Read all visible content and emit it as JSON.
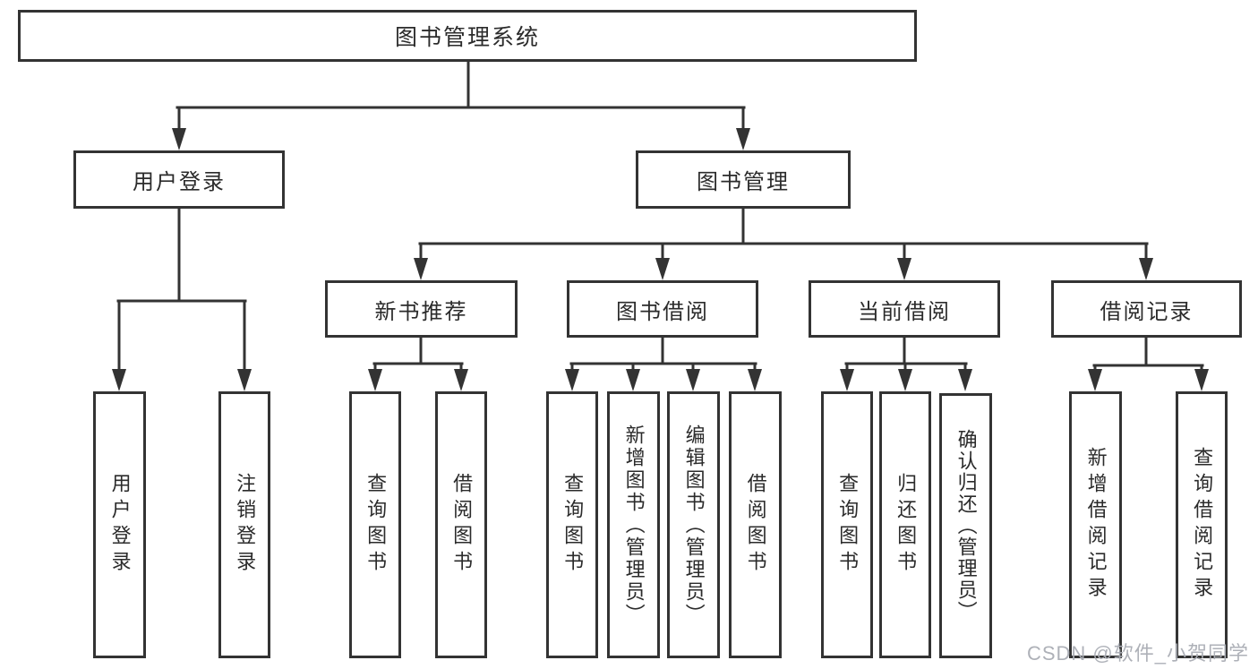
{
  "tree": {
    "root": {
      "label": "图书管理系统"
    },
    "branches": [
      {
        "label": "用户登录",
        "children": [
          {
            "label": "用户登录"
          },
          {
            "label": "注销登录"
          }
        ]
      },
      {
        "label": "图书管理",
        "children": [
          {
            "label": "新书推荐",
            "children": [
              {
                "label": "查询图书"
              },
              {
                "label": "借阅图书"
              }
            ]
          },
          {
            "label": "图书借阅",
            "children": [
              {
                "label": "查询图书"
              },
              {
                "label": "新增图书（管理员）"
              },
              {
                "label": "编辑图书（管理员）"
              },
              {
                "label": "借阅图书"
              }
            ]
          },
          {
            "label": "当前借阅",
            "children": [
              {
                "label": "查询图书"
              },
              {
                "label": "归还图书"
              },
              {
                "label": "确认归还（管理员）"
              }
            ]
          },
          {
            "label": "借阅记录",
            "children": [
              {
                "label": "新增借阅记录"
              },
              {
                "label": "查询借阅记录"
              }
            ]
          }
        ]
      }
    ]
  },
  "watermark": {
    "text": "CSDN @软件_小贺同学"
  },
  "colors": {
    "line": "#333333",
    "text": "#2b2b2b",
    "watermark": "#aaadb4",
    "background": "#ffffff"
  }
}
